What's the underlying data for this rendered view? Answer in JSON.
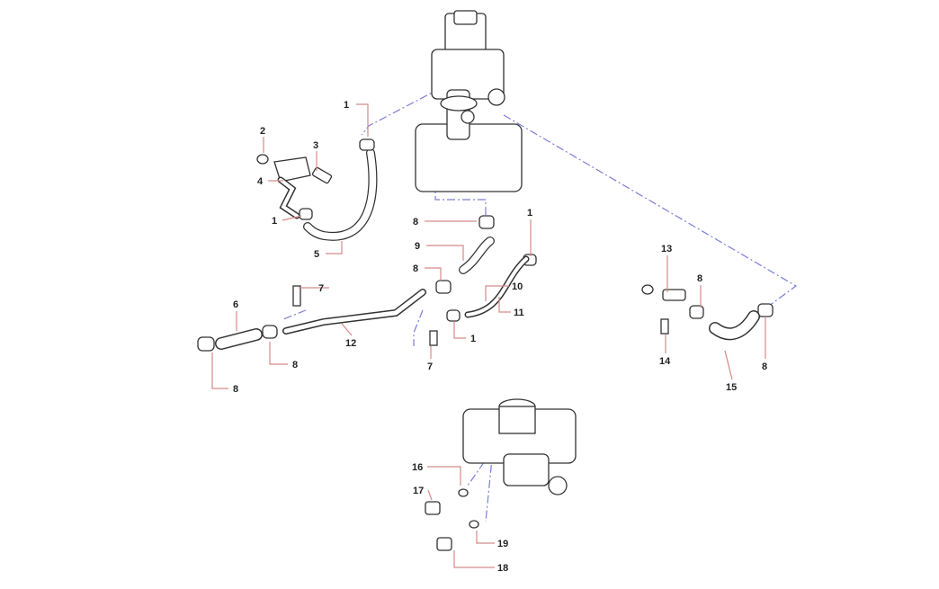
{
  "diagram": {
    "type": "exploded parts diagram",
    "callouts": [
      {
        "id": "c1a",
        "text": "1"
      },
      {
        "id": "c2",
        "text": "2"
      },
      {
        "id": "c3",
        "text": "3"
      },
      {
        "id": "c4",
        "text": "4"
      },
      {
        "id": "c1b",
        "text": "1"
      },
      {
        "id": "c5",
        "text": "5"
      },
      {
        "id": "c8a",
        "text": "8"
      },
      {
        "id": "c9",
        "text": "9"
      },
      {
        "id": "c1c",
        "text": "1"
      },
      {
        "id": "c8b",
        "text": "8"
      },
      {
        "id": "c7a",
        "text": "7"
      },
      {
        "id": "c10",
        "text": "10"
      },
      {
        "id": "c11",
        "text": "11"
      },
      {
        "id": "c6",
        "text": "6"
      },
      {
        "id": "c12",
        "text": "12"
      },
      {
        "id": "c1d",
        "text": "1"
      },
      {
        "id": "c8c",
        "text": "8"
      },
      {
        "id": "c7b",
        "text": "7"
      },
      {
        "id": "c8d",
        "text": "8"
      },
      {
        "id": "c13",
        "text": "13"
      },
      {
        "id": "c8e",
        "text": "8"
      },
      {
        "id": "c14",
        "text": "14"
      },
      {
        "id": "c15",
        "text": "15"
      },
      {
        "id": "c8f",
        "text": "8"
      },
      {
        "id": "c16",
        "text": "16"
      },
      {
        "id": "c17",
        "text": "17"
      },
      {
        "id": "c19",
        "text": "19"
      },
      {
        "id": "c18",
        "text": "18"
      }
    ],
    "colors": {
      "leader": "#d58a8a",
      "dash": "#7b7fd6",
      "line": "#333333"
    }
  }
}
